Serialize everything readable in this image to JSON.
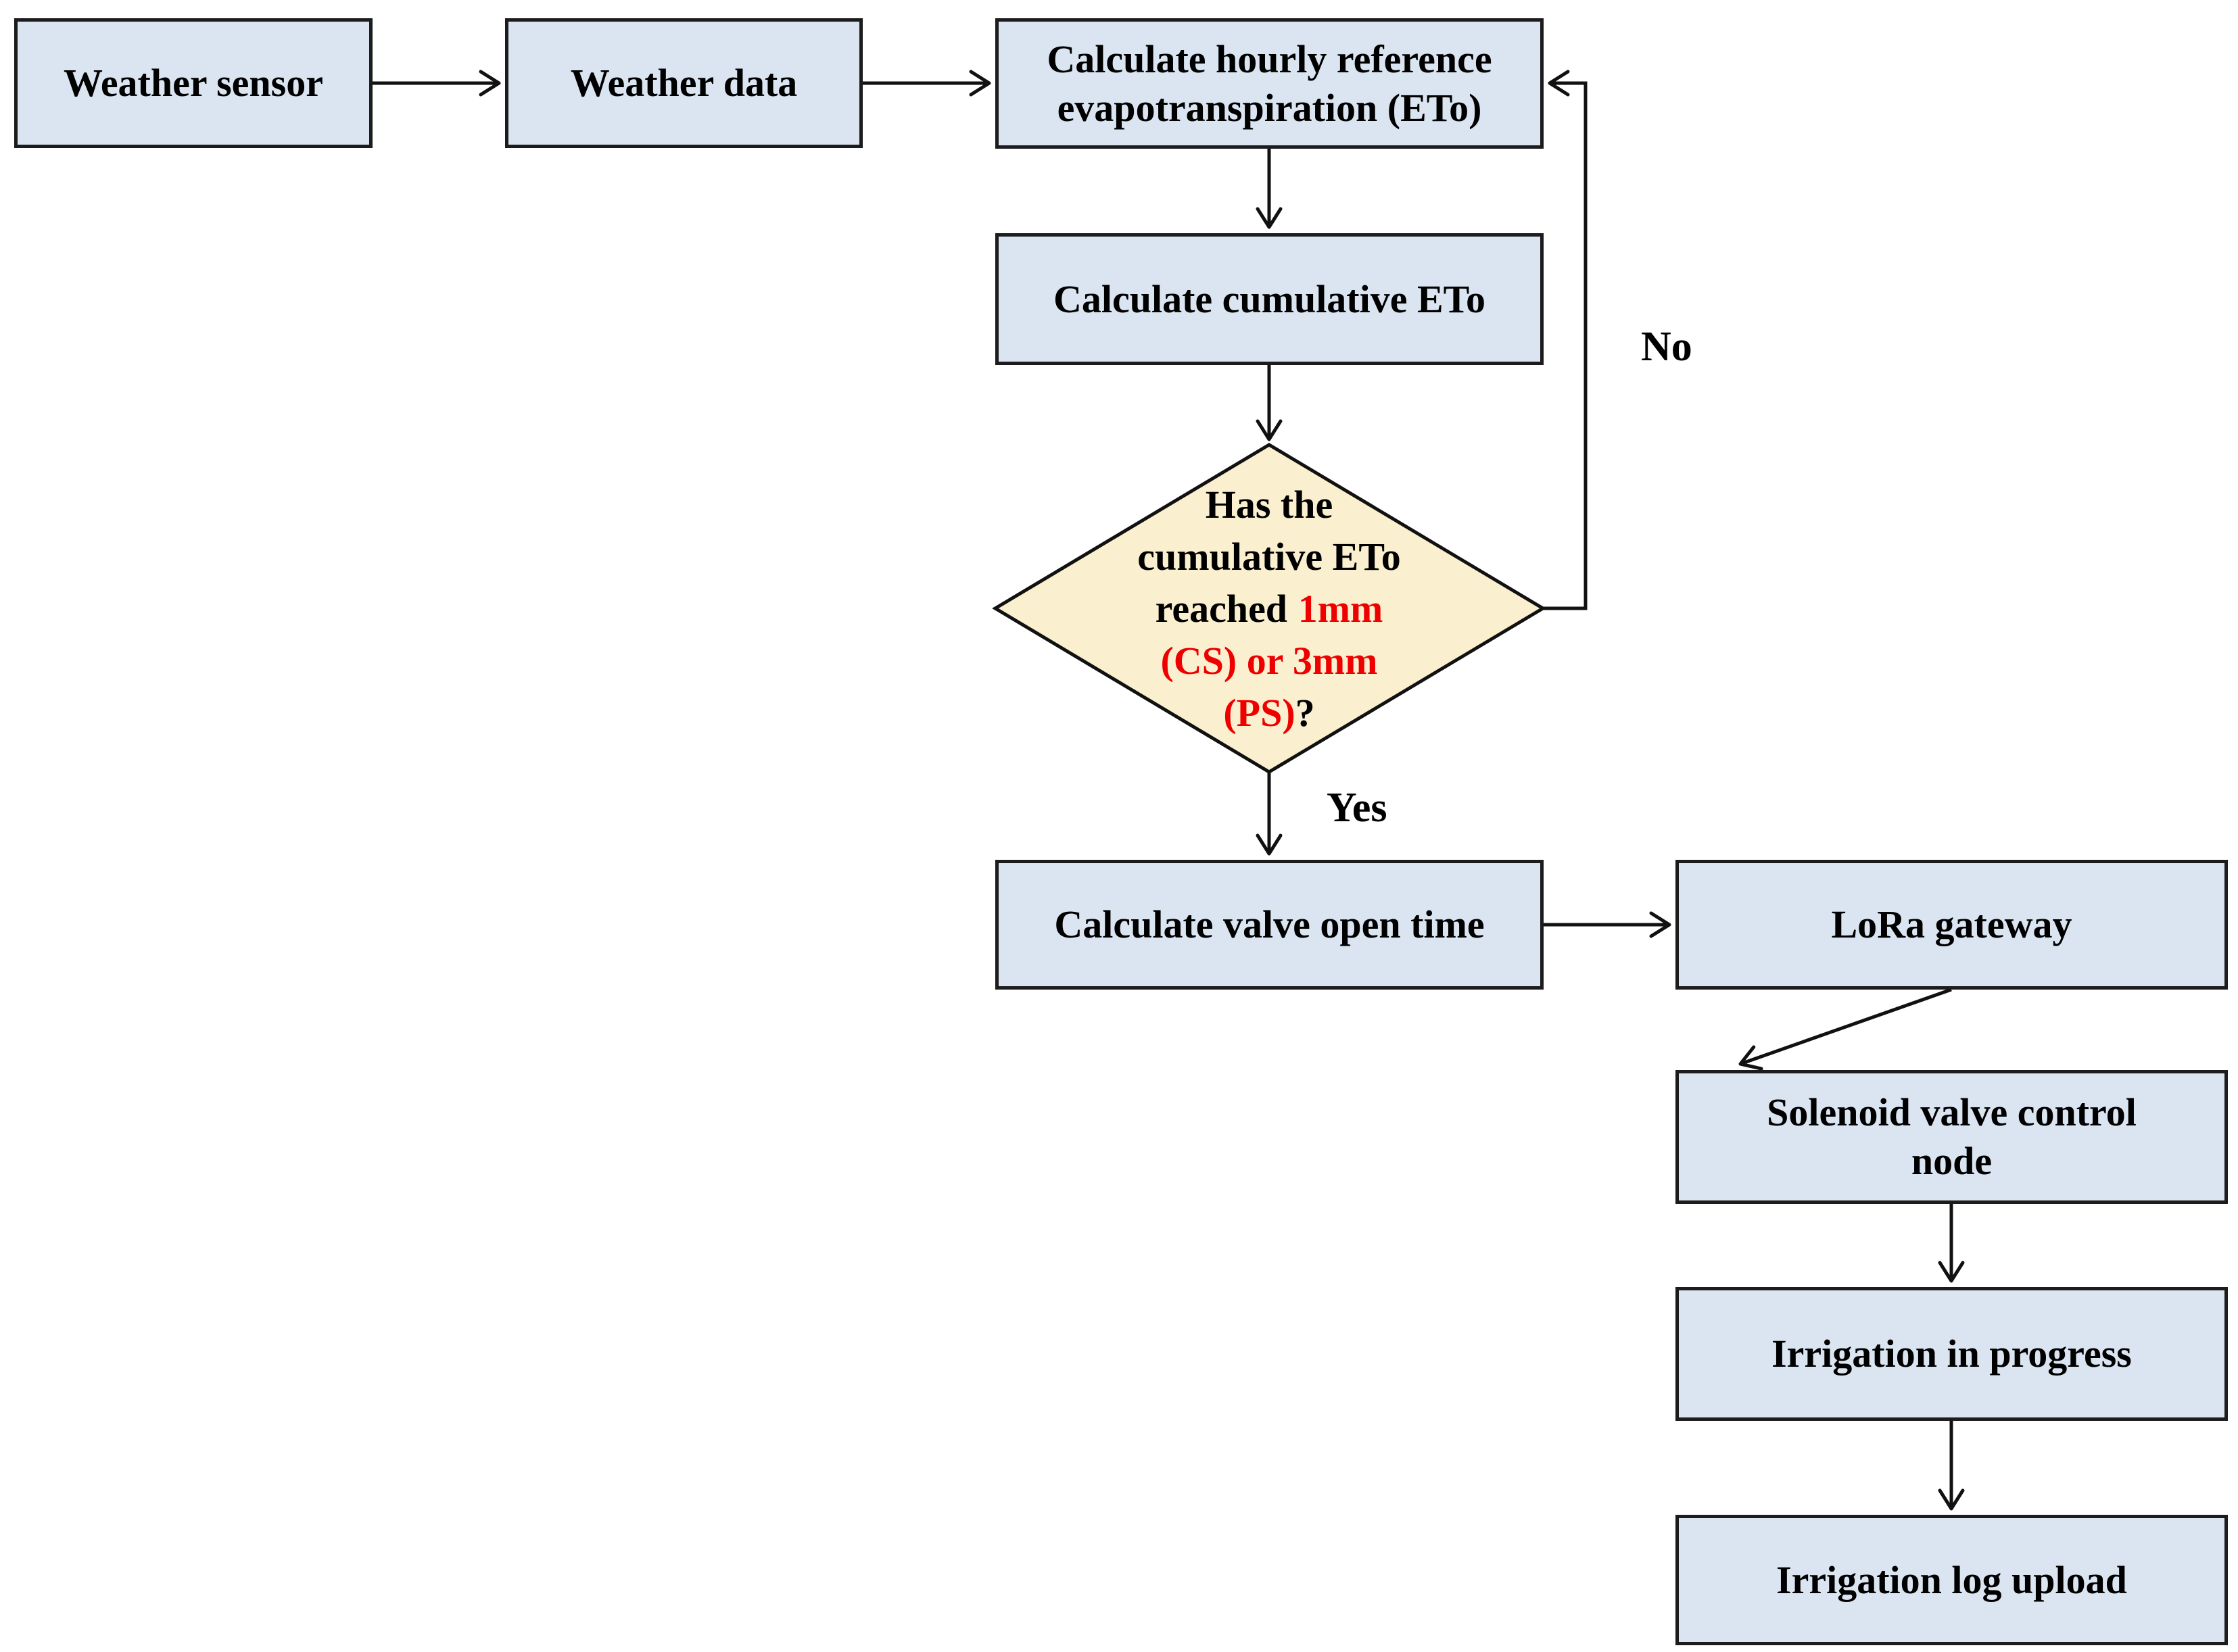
{
  "colors": {
    "box_fill": "#dbe5f1",
    "box_border": "#1c1c1c",
    "diamond_fill": "#faf0cf",
    "diamond_border": "#111111",
    "arrow": "#111111",
    "text": "#000000",
    "red": "#ee0000"
  },
  "nodes": {
    "weather_sensor": {
      "label": "Weather sensor"
    },
    "weather_data": {
      "label": "Weather data"
    },
    "calc_hourly_eto": {
      "line1": "Calculate hourly reference",
      "line2": "evapotranspiration (ETo)"
    },
    "calc_cumulative_eto": {
      "label": "Calculate cumulative ETo"
    },
    "decision": {
      "line1": "Has the",
      "line2": "cumulative ETo",
      "line3_black": "reached",
      "line3_red": "1mm",
      "line4_red": "(CS) or 3mm",
      "line5_red": "(PS)",
      "line5_black": "?"
    },
    "calc_valve_open_time": {
      "label": "Calculate valve open time"
    },
    "lora_gateway": {
      "label": "LoRa gateway"
    },
    "solenoid_node": {
      "line1": "Solenoid valve control",
      "line2": "node"
    },
    "irrigation_in_progress": {
      "label": "Irrigation in progress"
    },
    "irrigation_log_upload": {
      "label": "Irrigation log upload"
    }
  },
  "edge_labels": {
    "no": "No",
    "yes": "Yes"
  }
}
